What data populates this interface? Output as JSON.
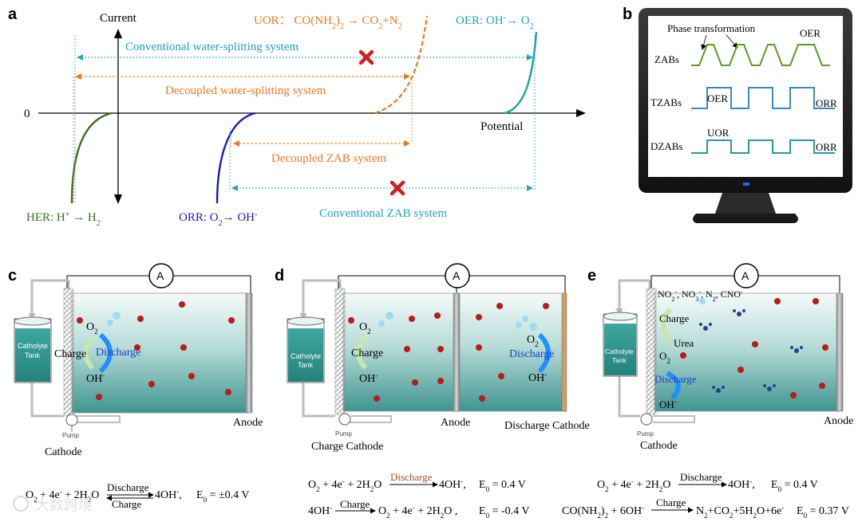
{
  "panel_a": {
    "label": "a",
    "y_axis_label": "Current",
    "x_axis_label": "Potential",
    "zero_label": "0",
    "her": {
      "name": "HER: H",
      "sup": "+",
      "arrow": " → H",
      "sub": "2"
    },
    "orr": {
      "name": "ORR: O",
      "sub": "2",
      "arrow": "→ OH",
      "sup": "-"
    },
    "uor": {
      "name": "UOR： CO(NH",
      "sub1": "2",
      "mid": ")",
      "sub2": "2",
      "arrow": " → CO",
      "sub3": "2",
      "tail": "+N",
      "sub4": "2"
    },
    "oer": {
      "name": "OER: OH",
      "sup": "-",
      "arrow": "→ O",
      "sub": "2"
    },
    "conv_ws": "Conventional water-splitting system",
    "decoupled_ws": "Decoupled water-splitting system",
    "decoupled_zab": "Decoupled ZAB system",
    "conv_zab": "Conventional ZAB system",
    "colors": {
      "her": "#3d6b23",
      "orr": "#1a1ab5",
      "uor": "#e87a22",
      "oer": "#1fa39a",
      "teal_text": "#1fa3b5",
      "cross": "#d21f1f"
    }
  },
  "panel_b": {
    "label": "b",
    "phase_transformation": "Phase transformation",
    "oer_top": "OER",
    "zabs": "ZABs",
    "tzabs": "TZABs",
    "tzabs_oer": "OER",
    "tzabs_orr": "ORR",
    "dzabs": "DZABs",
    "dzabs_uor": "UOR",
    "dzabs_orr": "ORR"
  },
  "panel_c": {
    "label": "c",
    "ammeter": "A",
    "catholyte": "Catholyte",
    "tank": "Tank",
    "pump": "Pump",
    "cathode": "Cathode",
    "anode": "Anode",
    "o2": "O",
    "o2_sub": "2",
    "charge": "Charge",
    "discharge": "Discharge",
    "oh": "OH",
    "oh_sup": "-",
    "eq": {
      "lhs": "O",
      "lhs_sub": "2",
      "mid": " + 4e",
      "mid_sup": "-",
      "mid2": " + 2H",
      "mid2_sub": "2",
      "mid3": "O",
      "top": "Discharge",
      "bottom": "Charge",
      "rhs": "4OH",
      "rhs_sup": "-",
      "rhs_tail": ",",
      "e0": "E",
      "e0_sub": "0",
      "e0_val": " = ±0.4 V"
    }
  },
  "panel_d": {
    "label": "d",
    "ammeter": "A",
    "catholyte": "Catholyte",
    "tank": "Tank",
    "pump": "Pump",
    "charge_cathode": "Charge Cathode",
    "anode": "Anode",
    "discharge_cathode": "Discharge Cathode",
    "o2": "O",
    "o2_sub": "2",
    "charge": "Charge",
    "discharge": "Discharge",
    "oh": "OH",
    "oh_sup": "-",
    "eq1": {
      "lhs": "O",
      "lhs_sub": "2",
      "mid": " + 4e",
      "mid_sup": "-",
      "mid2": " + 2H",
      "mid2_sub": "2",
      "mid3": "O",
      "top": "Discharge",
      "rhs": "4OH",
      "rhs_sup": "-",
      "rhs_tail": ",",
      "e0": "E",
      "e0_sub": "0",
      "e0_val": " = 0.4 V"
    },
    "eq2": {
      "lhs": "4OH",
      "lhs_sup": "-",
      "top": "Charge",
      "r1": "O",
      "r1_sub": "2",
      "r2": " + 4e",
      "r2_sup": "-",
      "r3": " + 2H",
      "r3_sub": "2",
      "r4": "O ,",
      "e0": "E",
      "e0_sub": "0",
      "e0_val": " = -0.4 V"
    }
  },
  "panel_e": {
    "label": "e",
    "ammeter": "A",
    "catholyte": "Catholyte",
    "tank": "Tank",
    "pump": "Pump",
    "cathode": "Cathode",
    "anode": "Anode",
    "products": {
      "t1": "NO",
      "s1": "2",
      "p1": "-",
      "t2": ", NO",
      "s2": "3",
      "p2": "-",
      "t3": ", N",
      "s3": "2",
      "t4": ", CNO",
      "p4": "-"
    },
    "charge": "Charge",
    "urea": "Urea",
    "o2": "O",
    "o2_sub": "2",
    "discharge": "Discharge",
    "oh": "OH",
    "oh_sup": "-",
    "eq1": {
      "lhs": "O",
      "lhs_sub": "2",
      "mid": " + 4e",
      "mid_sup": "-",
      "mid2": " + 2H",
      "mid2_sub": "2",
      "mid3": "O",
      "top": "Discharge",
      "rhs": "4OH",
      "rhs_sup": "-",
      "rhs_tail": ",",
      "e0": "E",
      "e0_sub": "0",
      "e0_val": " = 0.4 V"
    },
    "eq2": {
      "lhs": "CO(NH",
      "lhs_sub": "2",
      "lhs2": ")",
      "lhs2_sub": "2",
      "lhs3": " + 6OH",
      "lhs3_sup": "-",
      "top": "Charge",
      "r1": "N",
      "r1_sub": "2",
      "r2": "+CO",
      "r2_sub": "2",
      "r3": "+5H",
      "r3_sub": "2",
      "r4": "O+6e",
      "r4_sup": "-",
      "e0": "E",
      "e0_sub": "0",
      "e0_val": " = 0.37 V"
    }
  },
  "watermark": "大数跨境"
}
